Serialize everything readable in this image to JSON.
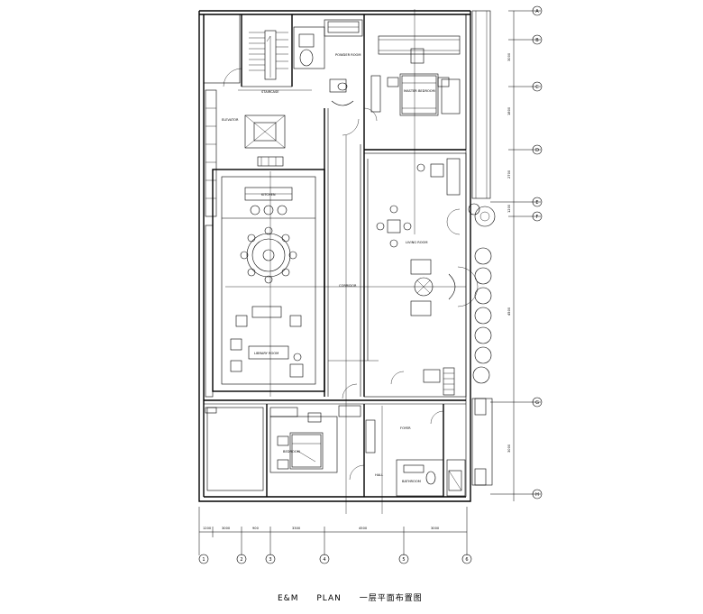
{
  "title": {
    "em": "E&M",
    "plan": "PLAN",
    "name": "一层平面布置图"
  },
  "room_labels": [
    {
      "key": "stair",
      "text": "STAIRCASE"
    },
    {
      "key": "powder",
      "text": "POWDER ROOM"
    },
    {
      "key": "master_bed",
      "text": "MASTER BEDROOM"
    },
    {
      "key": "lift",
      "text": "ELEVATOR"
    },
    {
      "key": "kitchen",
      "text": "KITCHEN"
    },
    {
      "key": "living",
      "text": "LIVING ROOM"
    },
    {
      "key": "corridor",
      "text": "CORRIDOR"
    },
    {
      "key": "library",
      "text": "LIBRARY ROOM"
    },
    {
      "key": "bedroom",
      "text": "BEDROOM"
    },
    {
      "key": "foyer",
      "text": "FOYER"
    },
    {
      "key": "hall",
      "text": "HALL"
    },
    {
      "key": "bath",
      "text": "BATHROOM"
    }
  ],
  "grid_bubbles_bottom": [
    "1",
    "2",
    "3",
    "4",
    "5",
    "6"
  ],
  "grid_bubbles_right": [
    "A",
    "B",
    "C",
    "D",
    "E",
    "F",
    "G",
    "H"
  ],
  "dimensions_bottom": [
    "1200",
    "3000",
    "900",
    "3300",
    "4500",
    "3000"
  ],
  "dimensions_right": [
    "3000",
    "1800",
    "2700",
    "1200",
    "4500",
    "3000"
  ]
}
